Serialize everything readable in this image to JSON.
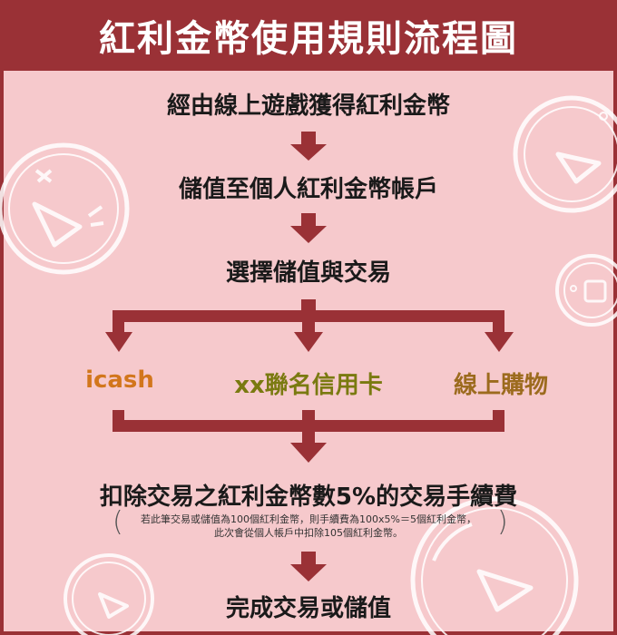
{
  "title": "紅利金幣使用規則流程圖",
  "steps": [
    "經由線上遊戲獲得紅利金幣",
    "儲值至個人紅利金幣帳戶",
    "選擇儲值與交易"
  ],
  "branches": [
    "icash",
    "xx聯名信用卡",
    "線上購物"
  ],
  "fee_step": "扣除交易之紅利金幣數5%的交易手續費",
  "note": {
    "line1": "若此筆交易或儲值為100個紅利金幣，則手續費為100x5%＝5個紅利金幣，",
    "line2": "此次會從個人帳戶中扣除105個紅利金幣。"
  },
  "final_step": "完成交易或儲值",
  "colors": {
    "frame": "#9a3136",
    "panel": "#f6c9cc",
    "arrow": "#9a3136",
    "branch_orange": "#d2761c",
    "branch_olive": "#7a7a10",
    "branch_brown": "#9c6b1e"
  }
}
